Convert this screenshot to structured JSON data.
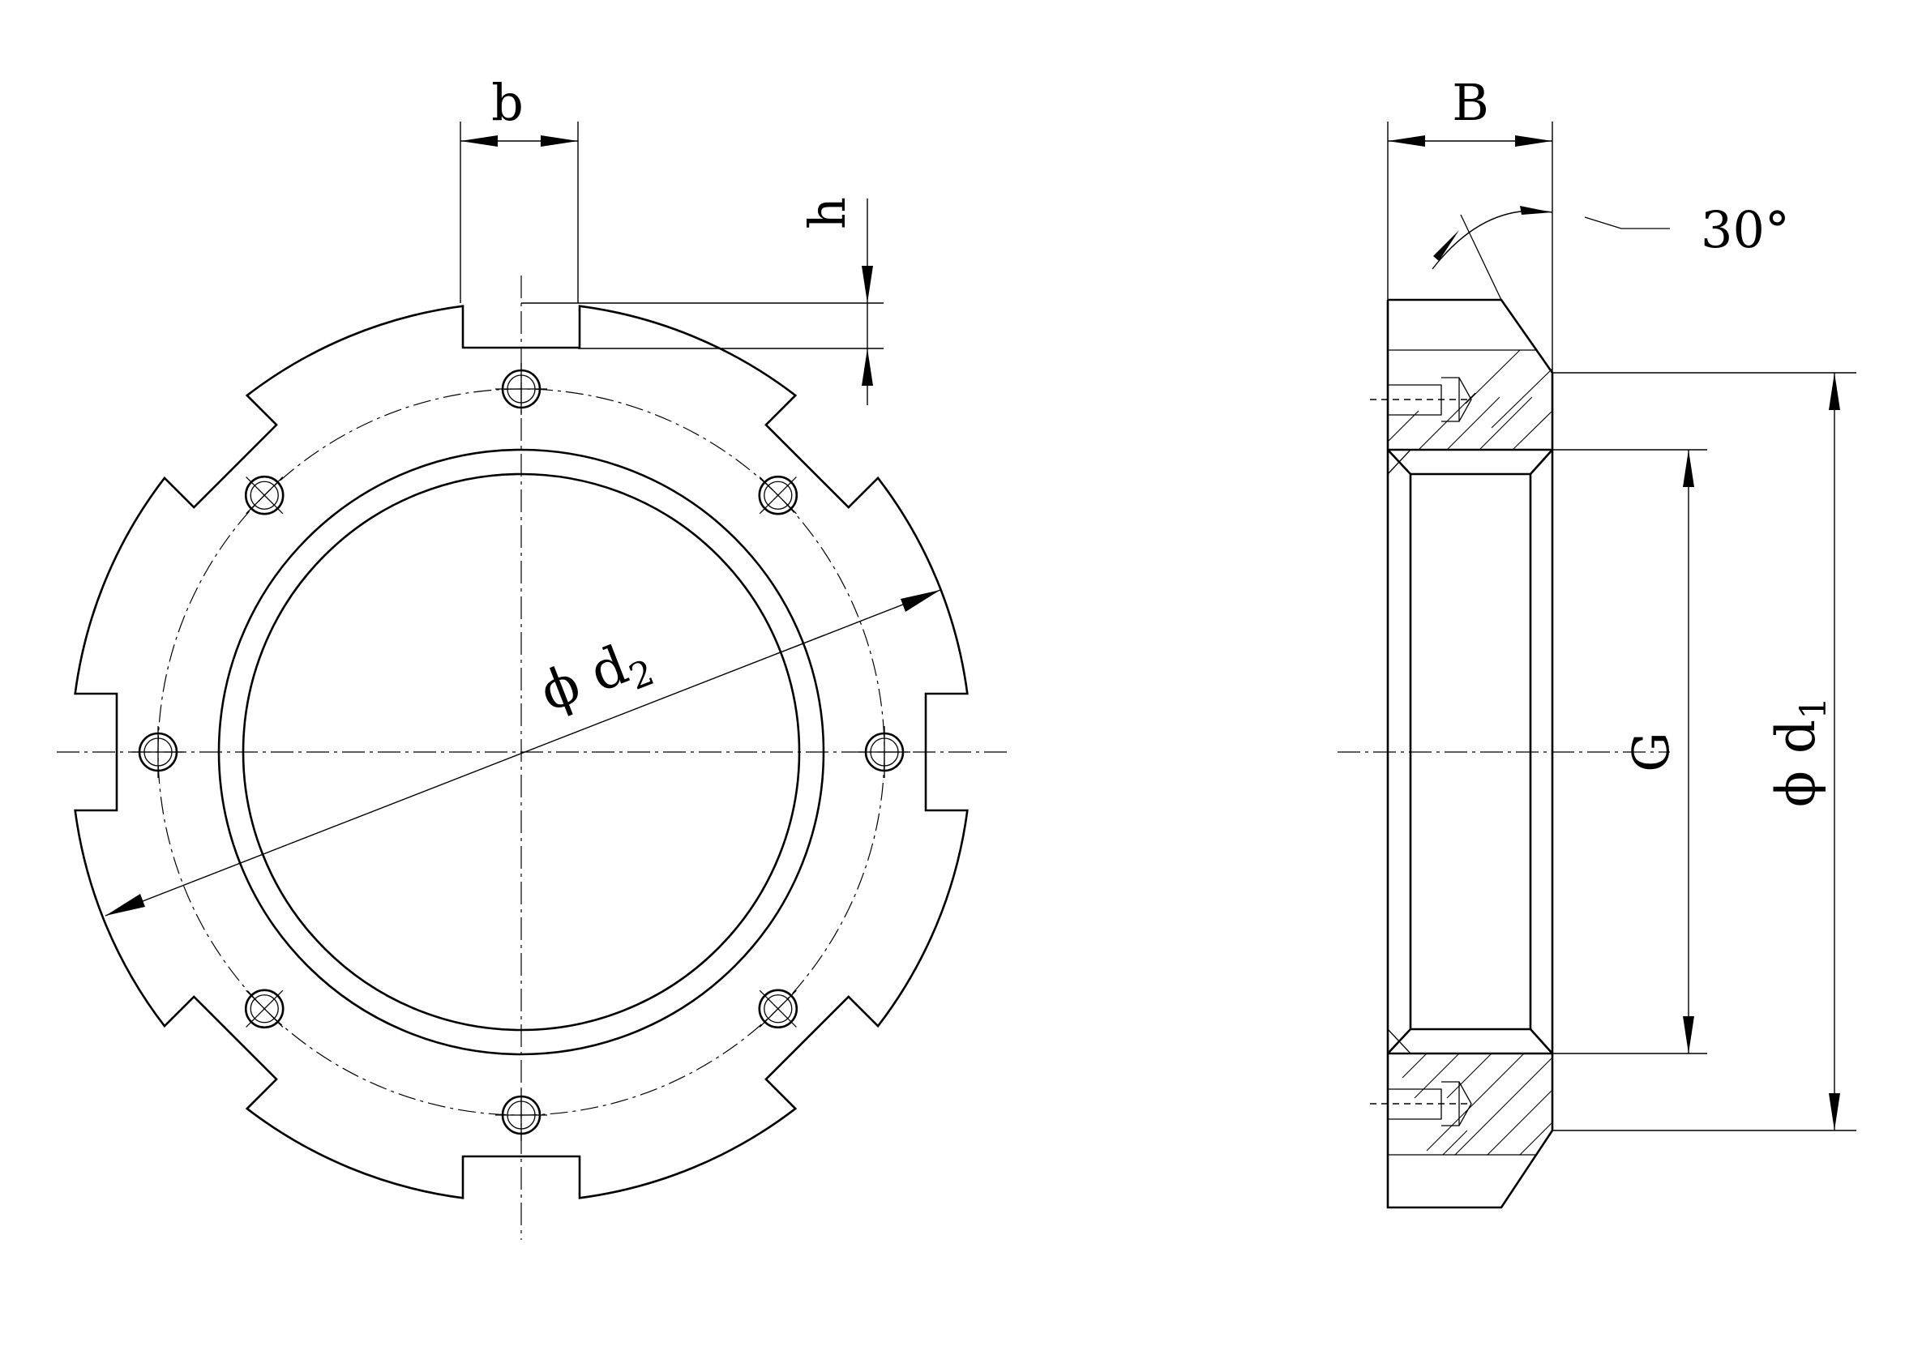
{
  "labels": {
    "slot_width": "b",
    "slot_depth": "h",
    "pitch_diameter": "ϕ d",
    "pitch_diameter_sub": "2",
    "thickness": "B",
    "chamfer_angle": "30°",
    "thread": "G",
    "outer_diameter": "ϕ d",
    "outer_diameter_sub": "1"
  },
  "colors": {
    "line": "#000000",
    "background": "#ffffff"
  }
}
